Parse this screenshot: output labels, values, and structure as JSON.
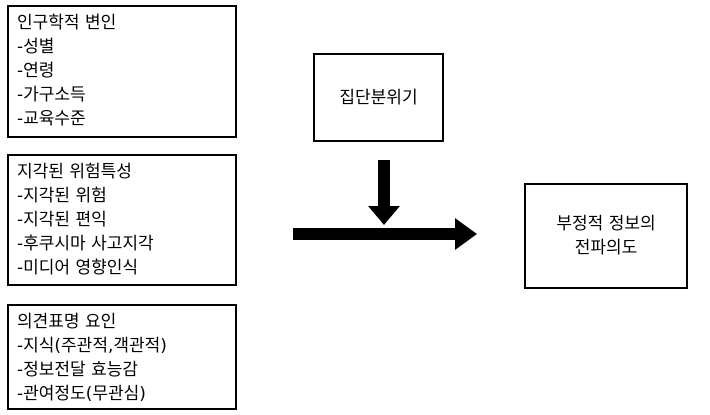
{
  "boxes": {
    "demographic": {
      "title": "인구학적 변인",
      "items": [
        "-성별",
        "-연령",
        "-가구소득",
        "-교육수준"
      ]
    },
    "risk": {
      "title": "지각된 위험특성",
      "items": [
        "-지각된 위험",
        "-지각된 편익",
        "-후쿠시마 사고지각",
        "-미디어 영향인식"
      ]
    },
    "opinion": {
      "title": "의견표명 요인",
      "items": [
        "-지식(주관적,객관적)",
        "-정보전달 효능감",
        "-관여정도(무관심)"
      ]
    },
    "climate": {
      "label": "집단분위기"
    },
    "outcome": {
      "lines": [
        "부정적 정보의",
        "전파의도"
      ]
    }
  },
  "colors": {
    "stroke": "#000000",
    "background": "#ffffff"
  }
}
